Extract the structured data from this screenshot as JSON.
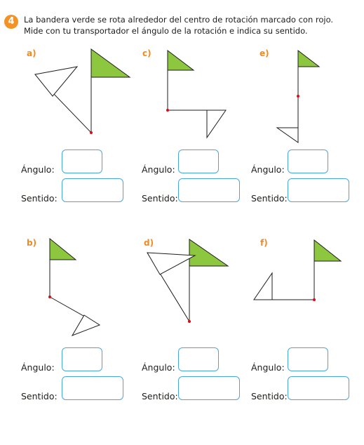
{
  "exercise": {
    "number": "4",
    "line1": "La bandera verde se rota alrededor del centro de rotación marcado con rojo.",
    "line2": "Mide con tu transportador el ángulo de la rotación e indica su sentido."
  },
  "labels": {
    "angle": "Ángulo:",
    "sense": "Sentido:"
  },
  "colors": {
    "flag_fill": "#8dc63f",
    "center_dot": "#e30613",
    "box_border": "#46a7e0",
    "badge": "#f39325",
    "part_label": "#f08a24"
  },
  "problems": [
    {
      "label": "a)"
    },
    {
      "label": "c)"
    },
    {
      "label": "e)"
    },
    {
      "label": "b)"
    },
    {
      "label": "d)"
    },
    {
      "label": "f)"
    }
  ]
}
